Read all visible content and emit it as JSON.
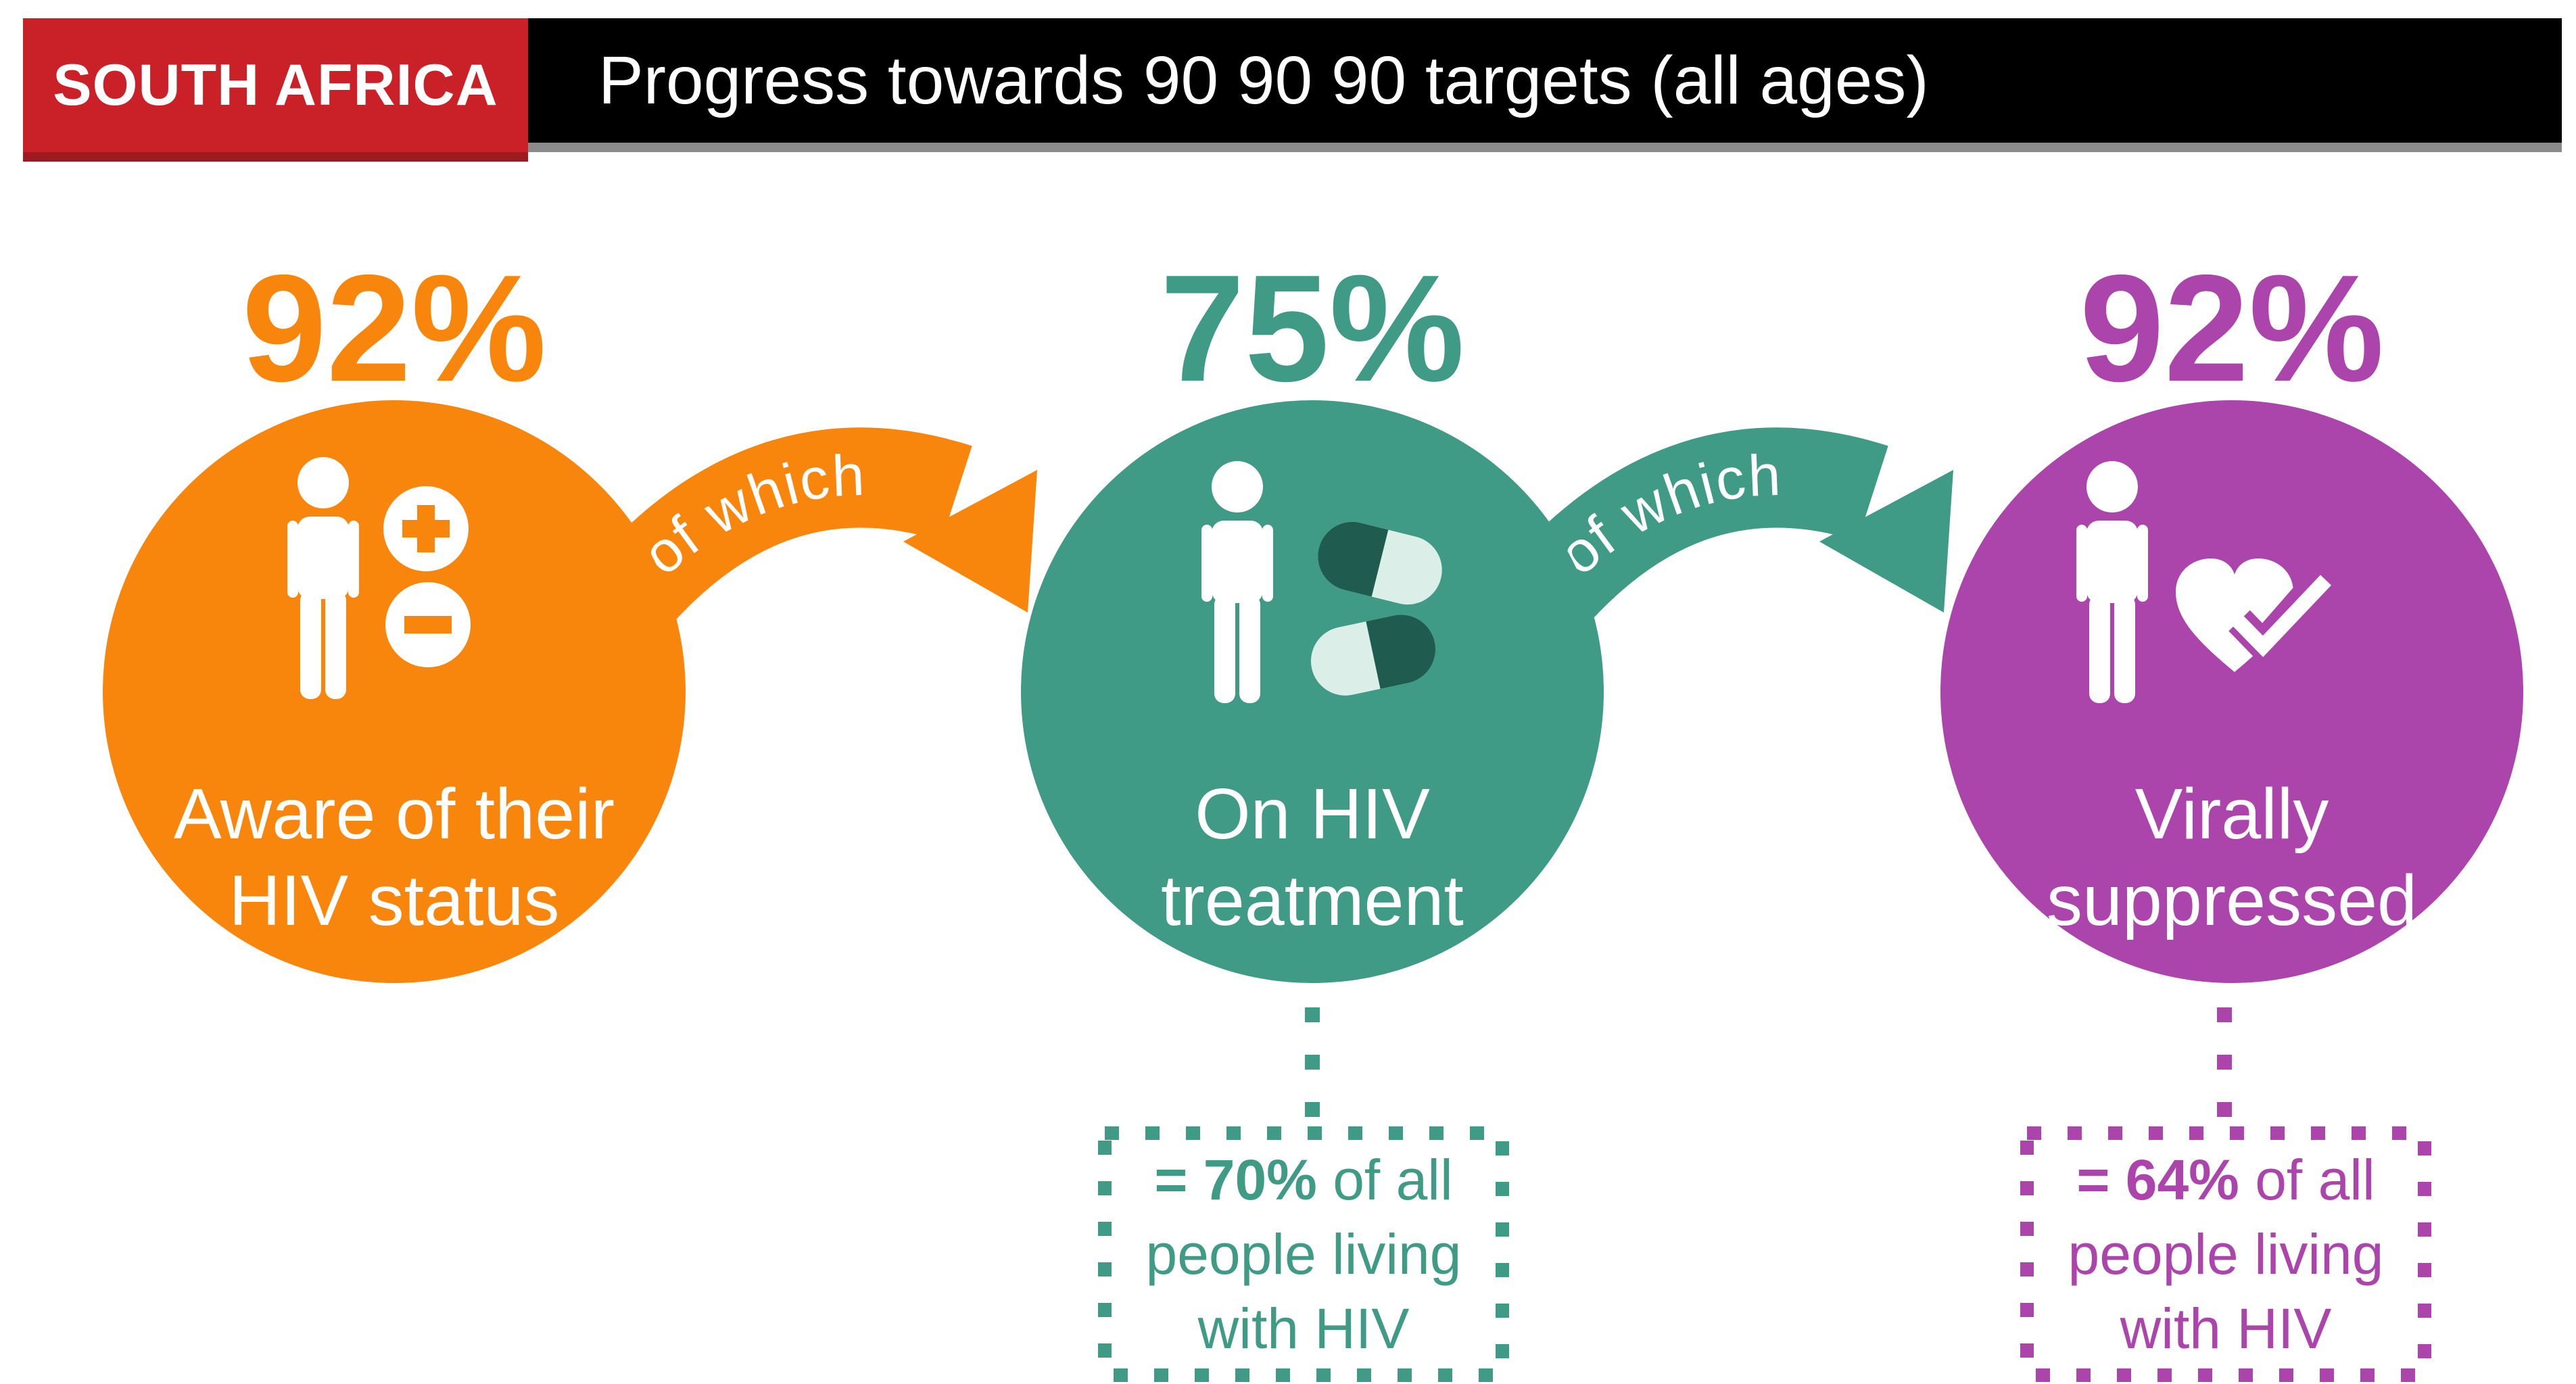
{
  "header": {
    "country_label": "SOUTH AFRICA",
    "title": "Progress towards 90 90 90 targets (all ages)"
  },
  "arrows": {
    "label": "of which"
  },
  "steps": [
    {
      "percent": "92%",
      "value": 92,
      "label_line1": "Aware of their",
      "label_line2": "HIV status"
    },
    {
      "percent": "75%",
      "value": 75,
      "label_line1": "On HIV",
      "label_line2": "treatment"
    },
    {
      "percent": "92%",
      "value": 92,
      "label_line1": "Virally",
      "label_line2": "suppressed"
    }
  ],
  "callouts": [
    {
      "bold": "= 70%",
      "suffix": " of all",
      "line2": "people living",
      "line3": "with HIV",
      "value": 70
    },
    {
      "bold": "= 64%",
      "suffix": " of all",
      "line2": "people living",
      "line3": "with HIV",
      "value": 64
    }
  ],
  "colors": {
    "orange": "#F8860D",
    "teal": "#3F9A86",
    "teal_dark": "#1F5B4F",
    "pill_light": "#DCEEE8",
    "purple": "#AB44AB",
    "red": "#CA2128",
    "red_dark": "#9E1A1F",
    "gray": "#8B8B8B",
    "black": "#000000",
    "white": "#FFFFFF"
  }
}
